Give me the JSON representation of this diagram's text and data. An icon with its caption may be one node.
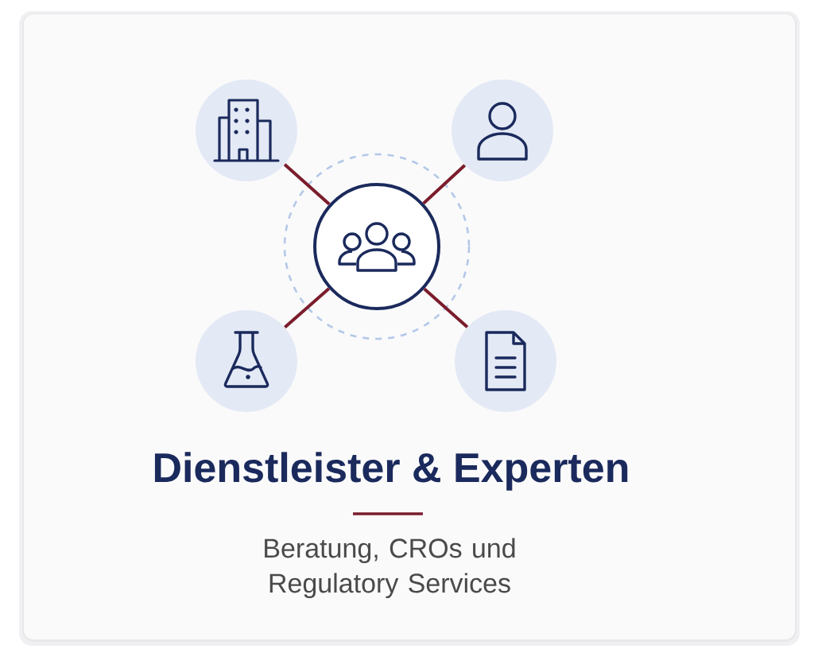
{
  "diagram": {
    "title": "Dienstleister & Experten",
    "caption": "Beratung, CROs und Regulatory Services",
    "nodes": [
      {
        "text": [],
        "shape": "circle"
      },
      {
        "text": [],
        "shape": "circle"
      },
      {
        "text": [],
        "shape": "circle"
      },
      {
        "text": [],
        "shape": "circle"
      },
      {
        "text": [],
        "shape": "circle"
      }
    ],
    "edges": [
      {
        "from": 2,
        "to": 0,
        "arrow": "none"
      },
      {
        "from": 2,
        "to": 1,
        "arrow": "none"
      },
      {
        "from": 2,
        "to": 3,
        "arrow": "none"
      },
      {
        "from": 2,
        "to": 4,
        "arrow": "none"
      }
    ]
  }
}
